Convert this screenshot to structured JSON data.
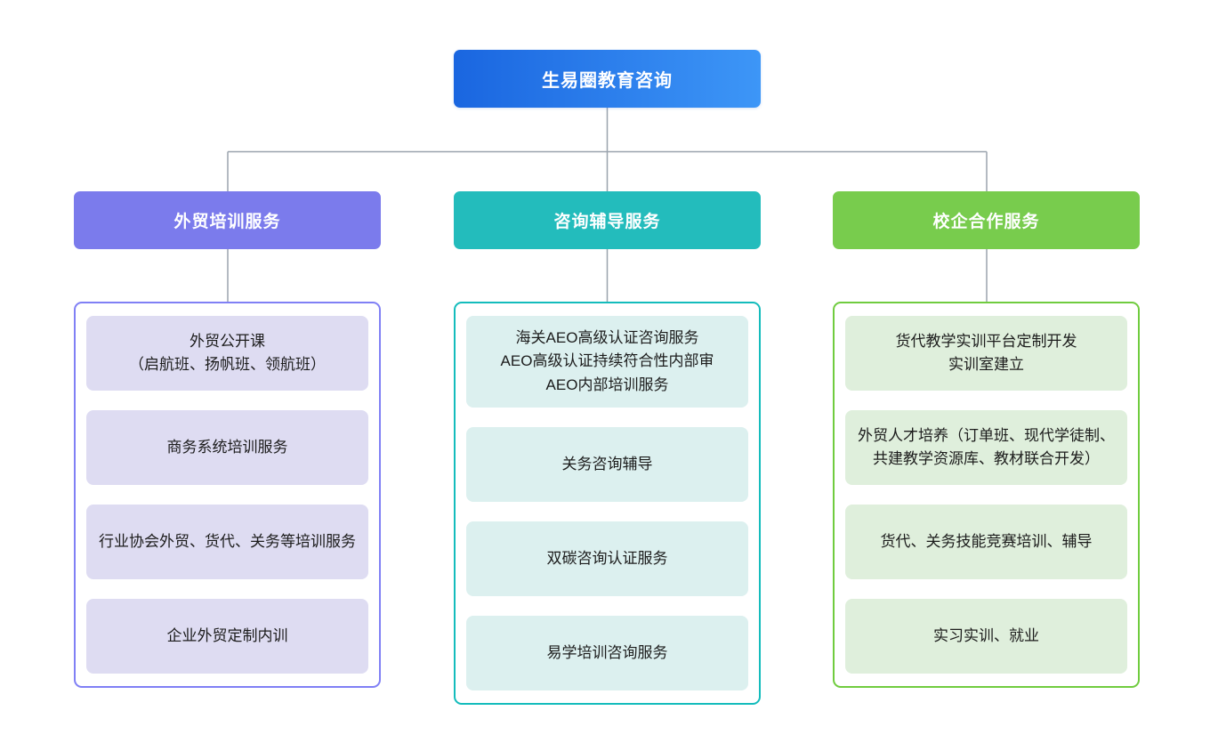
{
  "diagram": {
    "type": "organizational-tree",
    "root": {
      "label": "生易圈教育咨询",
      "color": "#1a66e0",
      "gradient_to": "#3d96f7"
    },
    "branches": [
      {
        "label": "外贸培训服务",
        "color": "#7b7bec",
        "border_color": "#8080f5",
        "card_color": "#dedcf2",
        "items": [
          "外贸公开课\n（启航班、扬帆班、领航班）",
          "商务系统培训服务",
          "行业协会外贸、货代、关务等培训服务",
          "企业外贸定制内训"
        ]
      },
      {
        "label": "咨询辅导服务",
        "color": "#23bcbc",
        "border_color": "#14bcbc",
        "card_color": "#dcf0ef",
        "items": [
          "海关AEO高级认证咨询服务\nAEO高级认证持续符合性内部审\nAEO内部培训服务",
          "关务咨询辅导",
          "双碳咨询认证服务",
          "易学培训咨询服务"
        ]
      },
      {
        "label": "校企合作服务",
        "color": "#78cc4d",
        "border_color": "#70cc3f",
        "card_color": "#dfefdc",
        "items": [
          "货代教学实训平台定制开发\n实训室建立",
          "外贸人才培养（订单班、现代学徒制、共建教学资源库、教材联合开发）",
          "货代、关务技能竞赛培训、辅导",
          "实习实训、就业"
        ]
      }
    ],
    "connector_color": "#9aa3ad"
  }
}
